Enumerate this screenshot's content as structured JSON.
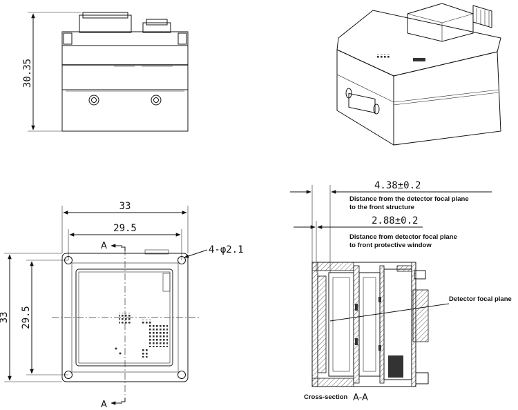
{
  "front_view": {
    "height_dim": "30.35"
  },
  "bottom_view": {
    "width_outer": "33",
    "width_inner": "29.5",
    "height_outer": "33",
    "height_inner": "29.5",
    "hole_callout": "4-φ2.1",
    "section_mark_top": "A",
    "section_mark_bottom": "A"
  },
  "section_view": {
    "dim1_value": "4.38±0.2",
    "dim1_note_line1": "Distance from the detector focal plane",
    "dim1_note_line2": "to the front structure",
    "dim2_value": "2.88±0.2",
    "dim2_note_line1": "Distance from detector focal plane",
    "dim2_note_line2": "to front protective window",
    "focal_plane_label": "Detector focal plane",
    "caption_text": "Cross-section",
    "caption_mark": "A-A"
  }
}
